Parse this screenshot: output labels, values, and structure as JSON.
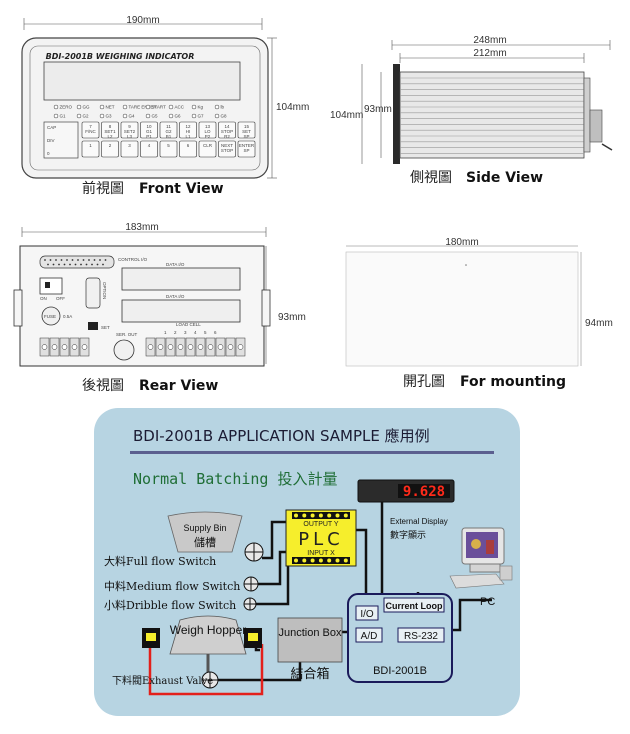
{
  "front": {
    "width_label": "190mm",
    "height_label": "104mm",
    "panel_title": "BDI-2001B WEIGHING INDICATOR",
    "status_row1": [
      "ZERO",
      "GG",
      "NET",
      "TARE ENTER",
      "START",
      "ACC",
      "Kg",
      "lb"
    ],
    "status_row2": [
      "G1",
      "G2",
      "G3",
      "G4",
      "G5",
      "G6",
      "G7",
      "G8"
    ],
    "keys": [
      [
        "7 F/NC",
        "8 SET1 L2",
        "9 SET2 L3",
        "10 G1 P1",
        "11 G2 B1",
        "12 HI L1",
        "13 LO P2",
        "14 STOP R2",
        "15 SET SP"
      ],
      [
        "1",
        "2",
        "3",
        "4",
        "5",
        "6",
        "CLR",
        "NEXT STOP",
        "ENTER SP"
      ]
    ],
    "side_labels": [
      "CAP",
      "DIV",
      "0"
    ],
    "caption_cn": "前視圖",
    "caption_en": "Front View"
  },
  "side": {
    "width_outer": "248mm",
    "width_inner": "212mm",
    "height_outer": "104mm",
    "height_inner": "93mm",
    "caption_cn": "側視圖",
    "caption_en": "Side View"
  },
  "rear": {
    "width_label": "183mm",
    "height_label": "93mm",
    "control_io": "CONTROL I/O",
    "data_io_1": "DATA I/O",
    "data_io_2": "DATA I/O",
    "on": "ON",
    "off": "OFF",
    "fuse": "FUSE",
    "fuse_rating": "0.5A",
    "set": "SET",
    "load_cell": "LOAD CELL",
    "load_cell_nums": [
      "1",
      "2",
      "3",
      "4",
      "5",
      "6"
    ],
    "ser_out": "SER. OUT",
    "option": "OPTION",
    "caption_cn": "後視圖",
    "caption_en": "Rear View"
  },
  "mounting": {
    "width_label": "180mm",
    "height_label": "94mm",
    "caption_cn": "開孔圖",
    "caption_en": "For mounting"
  },
  "app": {
    "title": "BDI-2001B APPLICATION SAMPLE 應用例",
    "subtitle": "Normal Batching 投入計量",
    "display_value": "9.628",
    "external_display_en": "External Display",
    "external_display_cn": "數字顯示",
    "plc": "PLC",
    "plc_output": "OUTPUT Y",
    "plc_input": "INPUT X",
    "supply_bin_en": "Supply Bin",
    "supply_bin_cn": "儲槽",
    "full_flow": "大料Full flow Switch",
    "medium_flow": "中料Medium flow Switch",
    "dribble_flow": "小料Dribble flow Switch",
    "weigh_hopper": "Weigh Hopper",
    "exhaust_valve": "下料閥Exhaust Valve",
    "junction_box_en": "Junction Box",
    "junction_box_cn": "結合箱",
    "io": "I/O",
    "ad": "A/D",
    "current_loop": "Current Loop",
    "rs232": "RS-232",
    "device": "BDI-2001B",
    "pc": "PC"
  },
  "colors": {
    "panel_bg": "#b7d4e2",
    "stripe": "#5b5f8f",
    "plc_yellow": "#f6ee2c",
    "red_wire": "#e3201b",
    "green_text": "#1f6e36",
    "display_red": "#ff2a1a"
  }
}
